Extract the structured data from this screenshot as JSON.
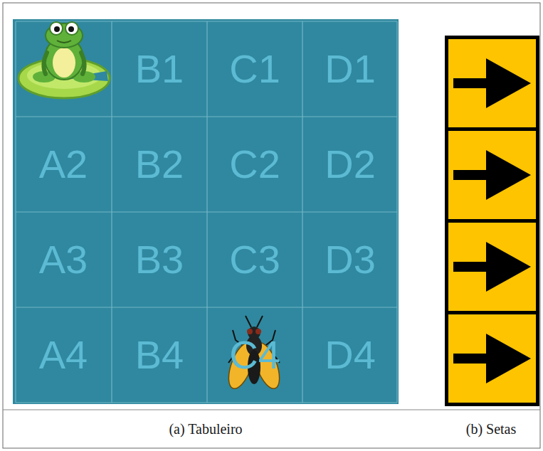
{
  "diagram": {
    "nodes": [
      {
        "text": [
          "B1"
        ]
      },
      {
        "text": [
          "C1"
        ]
      },
      {
        "text": [
          "D1"
        ]
      },
      {
        "text": [
          "A2"
        ]
      },
      {
        "text": [
          "B2"
        ]
      },
      {
        "text": [
          "C2"
        ]
      },
      {
        "text": [
          "D2"
        ]
      },
      {
        "text": [
          "A3"
        ]
      },
      {
        "text": [
          "B3"
        ]
      },
      {
        "text": [
          "C3"
        ]
      },
      {
        "text": [
          "D3"
        ]
      },
      {
        "text": [
          "A4"
        ]
      },
      {
        "text": [
          "B4"
        ]
      },
      {
        "text": [
          "C4"
        ]
      },
      {
        "text": [
          "D4"
        ]
      }
    ],
    "labels": [
      "(a) Tabuleiro",
      "(b) Setas"
    ]
  }
}
